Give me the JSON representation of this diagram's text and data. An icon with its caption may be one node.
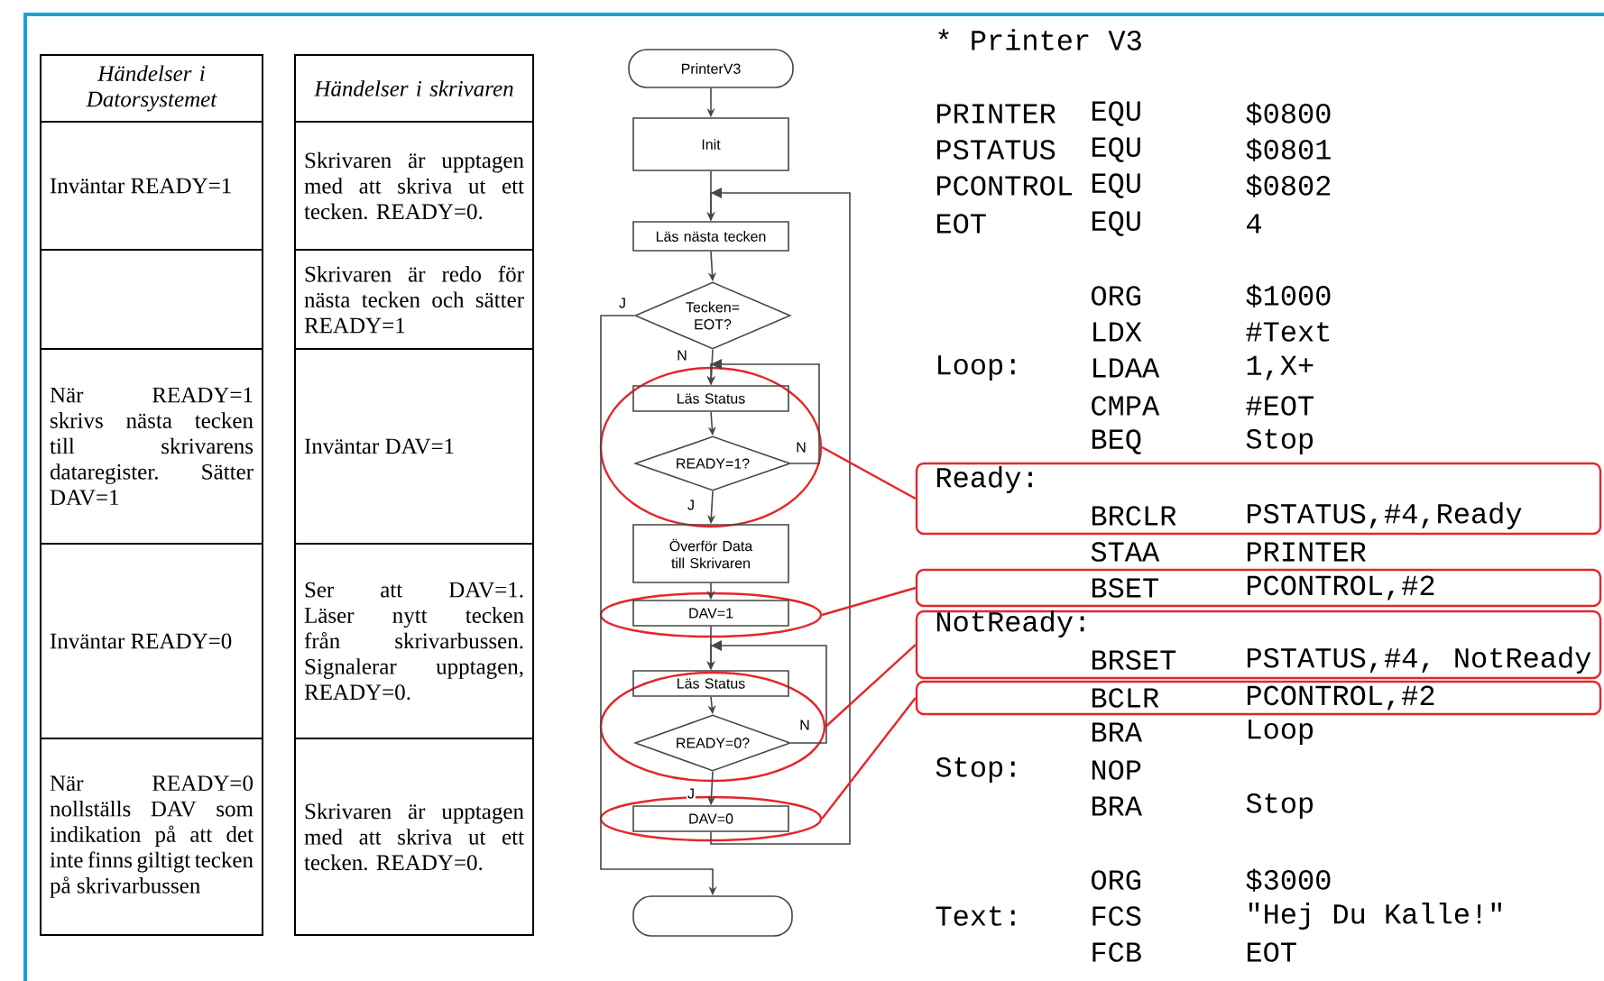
{
  "diagram": {
    "nodes": [
      {
        "text": [
          "Händelser i Datorsystemet"
        ]
      },
      {
        "text": [
          "Inväntar READY=1"
        ]
      },
      {
        "text": [],
        "shape": "box"
      },
      {
        "text": [
          "När READY=1 skrivs nästa tecken till skrivarens dataregister. Sätter DAV=1"
        ]
      },
      {
        "text": [
          "Inväntar READY=0"
        ]
      },
      {
        "text": [
          "När READY=0 nollställs DAV som indikation på att det inte finns giltigt tecken på skrivarbussen"
        ]
      },
      {
        "text": [
          "Händelser i skrivaren"
        ]
      },
      {
        "text": [
          "Skrivaren är upptagen med att skriva ut ett tecken. READY=0."
        ]
      },
      {
        "text": [
          "Skrivaren är redo för nästa tecken och sätter READY=1"
        ]
      },
      {
        "text": [
          "Inväntar DAV=1"
        ]
      },
      {
        "text": [
          "Ser att DAV=1. Läser nytt tecken från skrivarbussen. Signalerar upptagen, READY=0."
        ]
      },
      {
        "text": [
          "Skrivaren är upptagen med att skriva ut ett tecken. READY=0."
        ]
      },
      {
        "text": [
          "PrinterV3"
        ]
      },
      {
        "text": [
          "Init"
        ]
      },
      {
        "text": [
          "Läs nästa tecken"
        ]
      },
      {
        "text": [
          "Tecken= EOT?"
        ]
      },
      {
        "text": [],
        "shape": "ellipse"
      },
      {
        "text": [
          "Läs Status"
        ],
        "in": 16
      },
      {
        "text": [
          "READY=1?"
        ],
        "in": 16
      },
      {
        "text": [
          "Överför Data till Skrivaren"
        ]
      },
      {
        "text": [],
        "shape": "ellipse"
      },
      {
        "text": [
          "DAV=1"
        ],
        "in": 20
      },
      {
        "text": [],
        "shape": "ellipse"
      },
      {
        "text": [
          "Läs Status"
        ],
        "in": 22
      },
      {
        "text": [
          "READY=0?"
        ],
        "in": 22
      },
      {
        "text": [],
        "shape": "ellipse"
      },
      {
        "text": [
          "DAV=0"
        ],
        "in": 25
      },
      {
        "text": [],
        "shape": "oval"
      },
      {
        "text": [
          "Ready:",
          "BRCLR",
          "PSTATUS,#4,Ready"
        ]
      },
      {
        "text": [
          "BSET",
          "PCONTROL,#2"
        ]
      },
      {
        "text": [
          "NotReady:",
          "BRSET",
          "PSTATUS,#4, NotReady"
        ]
      },
      {
        "text": [
          "BCLR",
          "PCONTROL,#2"
        ]
      }
    ],
    "edges": [
      {
        "from": 12,
        "to": 13,
        "arrow": "to"
      },
      {
        "from": 13,
        "to": 14,
        "arrow": "to"
      },
      {
        "from": 26,
        "to": 14,
        "arrow": "to"
      },
      {
        "from": 14,
        "to": 15,
        "arrow": "to"
      },
      {
        "from": 15,
        "to": 27,
        "arrow": "to",
        "label": "J"
      },
      {
        "from": 15,
        "to": 17,
        "arrow": "to",
        "label": "N"
      },
      {
        "from": 17,
        "to": 18,
        "arrow": "to"
      },
      {
        "from": 18,
        "to": 17,
        "arrow": "to",
        "label": "N"
      },
      {
        "from": 18,
        "to": 19,
        "arrow": "to",
        "label": "J"
      },
      {
        "from": 19,
        "to": 21,
        "arrow": "to"
      },
      {
        "from": 21,
        "to": 23,
        "arrow": "to"
      },
      {
        "from": 23,
        "to": 24,
        "arrow": "to"
      },
      {
        "from": 24,
        "to": 23,
        "arrow": "to",
        "label": "N"
      },
      {
        "from": 24,
        "to": 26,
        "arrow": "to",
        "label": "J"
      },
      {
        "from": 16,
        "to": 28,
        "arrow": "none",
        "color": "#e4262b"
      },
      {
        "from": 20,
        "to": 29,
        "arrow": "none",
        "color": "#e4262b"
      },
      {
        "from": 22,
        "to": 30,
        "arrow": "none",
        "color": "#e4262b"
      },
      {
        "from": 25,
        "to": 31,
        "arrow": "none",
        "color": "#e4262b"
      }
    ],
    "labels": [
      "* Printer V3",
      "PRINTER",
      "EQU",
      "$0800",
      "PSTATUS",
      "EQU",
      "$0801",
      "PCONTROL",
      "EQU",
      "$0802",
      "EOT",
      "EQU",
      "4",
      "ORG",
      "$1000",
      "LDX",
      "#Text",
      "Loop:",
      "LDAA",
      "1,X+",
      "CMPA",
      "#EOT",
      "BEQ",
      "Stop",
      "STAA",
      "PRINTER",
      "BRA",
      "Loop",
      "Stop:",
      "NOP",
      "BRA",
      "Stop",
      "ORG",
      "$3000",
      "Text:",
      "FCS",
      "\"Hej Du Kalle!\"",
      "FCB",
      "EOT"
    ]
  }
}
